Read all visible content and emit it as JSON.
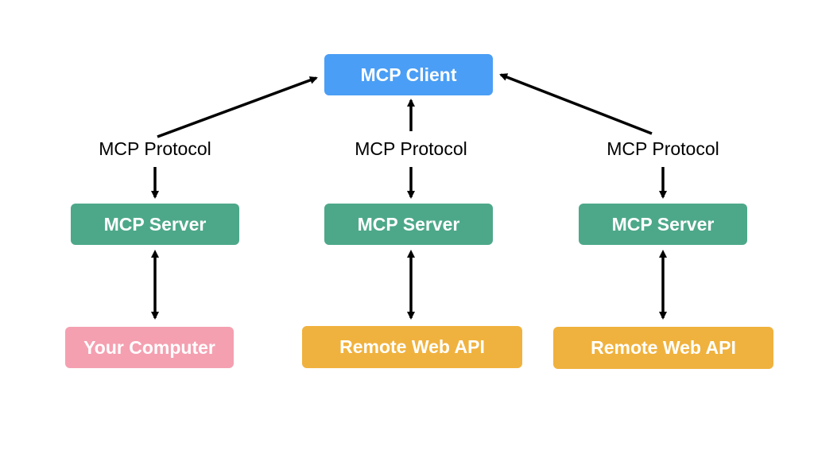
{
  "colors": {
    "client": "#4a9ef5",
    "server": "#4da88a",
    "local": "#f4a0b1",
    "remote": "#f0b23e",
    "arrow": "#000000"
  },
  "client": {
    "label": "MCP Client"
  },
  "columns": [
    {
      "protocol": "MCP Protocol",
      "server": "MCP Server",
      "resource": "Your Computer",
      "resource_kind": "local"
    },
    {
      "protocol": "MCP Protocol",
      "server": "MCP Server",
      "resource": "Remote Web API",
      "resource_kind": "remote"
    },
    {
      "protocol": "MCP Protocol",
      "server": "MCP Server",
      "resource": "Remote Web API",
      "resource_kind": "remote"
    }
  ]
}
